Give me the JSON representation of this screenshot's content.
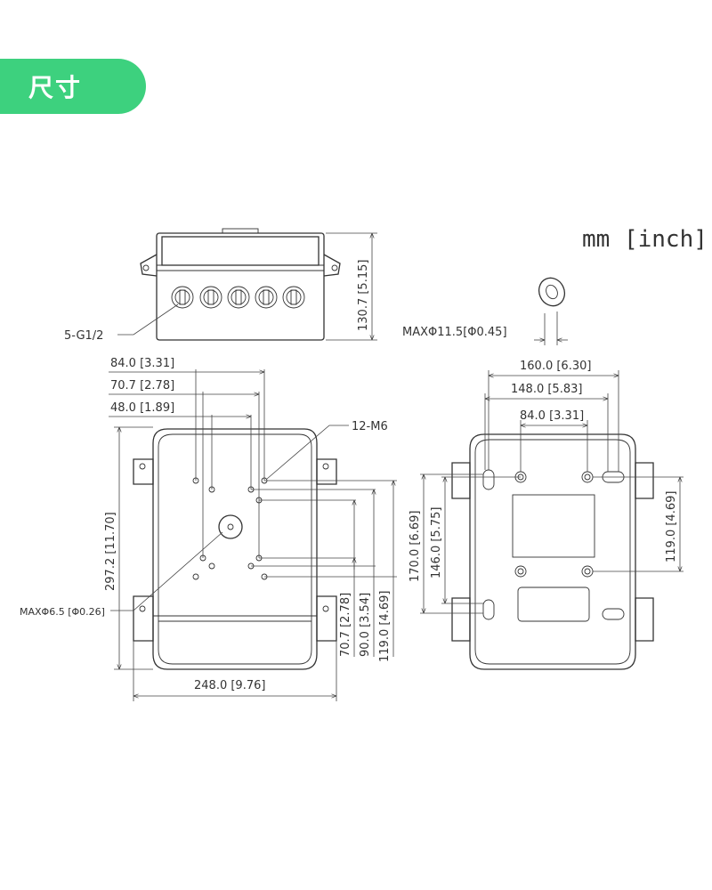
{
  "header": {
    "title": "尺寸"
  },
  "units": "mm [inch]",
  "side_view": {
    "glands_label": "5-G1/2",
    "height_label": "130.7 [5.15]"
  },
  "gland_cap": {
    "label": "MAXΦ11.5[Φ0.45]"
  },
  "front_view": {
    "dims": {
      "d84": "84.0 [3.31]",
      "d70": "70.7 [2.78]",
      "d48": "48.0 [1.89]",
      "screws": "12-M6",
      "height": "297.2 [11.70]",
      "hole": "MAXΦ6.5 [Φ0.26]",
      "width": "248.0 [9.76]",
      "v70": "70.7 [2.78]",
      "v90": "90.0 [3.54]",
      "v119": "119.0 [4.69]"
    }
  },
  "back_view": {
    "dims": {
      "w160": "160.0 [6.30]",
      "w148": "148.0 [5.83]",
      "w84": "84.0 [3.31]",
      "h170": "170.0 [6.69]",
      "h146": "146.0 [5.75]",
      "h119": "119.0 [4.69]"
    }
  }
}
